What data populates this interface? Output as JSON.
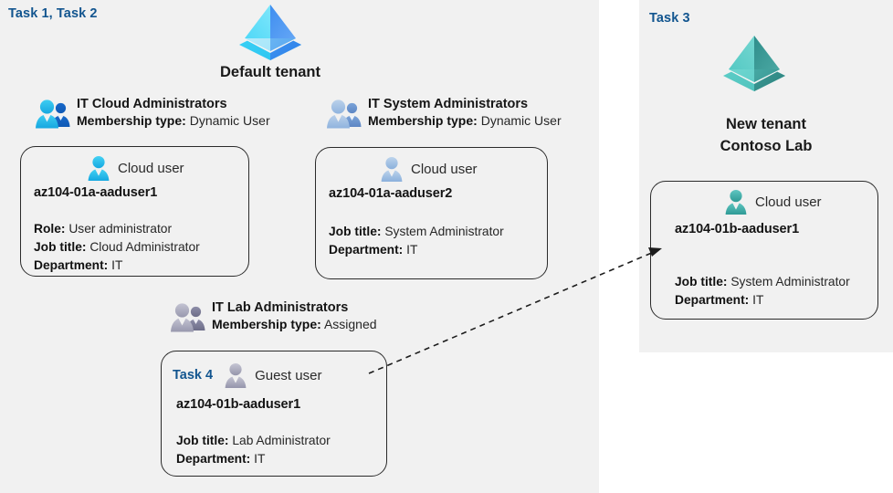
{
  "panels": {
    "left": {
      "task_label": "Task 1, Task 2"
    },
    "right": {
      "task_label": "Task 3"
    }
  },
  "tenants": [
    {
      "id": "default-tenant",
      "icon": "azure-tenant-icon",
      "caption": "Default tenant",
      "color": "#35b6f1"
    },
    {
      "id": "new-tenant",
      "icon": "azure-tenant-icon",
      "caption_line1": "New  tenant",
      "caption_line2": "Contoso Lab",
      "color": "#49b6b0"
    }
  ],
  "groups": [
    {
      "id": "it-cloud-administrators",
      "icon": "group-users-icon",
      "name": "IT Cloud Administrators",
      "membership_label": "Membership type:",
      "membership_value": "Dynamic User",
      "icon_palette": "cyan"
    },
    {
      "id": "it-system-administrators",
      "icon": "group-users-icon",
      "name": "IT System Administrators",
      "membership_label": "Membership type:",
      "membership_value": "Dynamic User",
      "icon_palette": "steel"
    },
    {
      "id": "it-lab-administrators",
      "icon": "group-users-icon",
      "name": "IT Lab Administrators",
      "membership_label": "Membership type:",
      "membership_value": "Assigned",
      "icon_palette": "grey"
    }
  ],
  "cards": [
    {
      "id": "aaduser1-cloud",
      "task": "",
      "user_icon": "cloud-user-icon",
      "user_type": "Cloud user",
      "upn": "az104-01a-aaduser1",
      "props": [
        {
          "label": "Role:",
          "value": "User administrator"
        },
        {
          "label": "Job title:",
          "value": "Cloud Administrator"
        },
        {
          "label": "Department:",
          "value": "IT"
        }
      ]
    },
    {
      "id": "aaduser2-cloud",
      "task": "",
      "user_icon": "cloud-user-icon",
      "user_type": "Cloud user",
      "upn": "az104-01a-aaduser2",
      "props": [
        {
          "label": "Job title:",
          "value": "System Administrator"
        },
        {
          "label": "Department:",
          "value": "IT"
        }
      ]
    },
    {
      "id": "aaduser1b-guest",
      "task": "Task 4",
      "user_icon": "guest-user-icon",
      "user_type": "Guest user",
      "upn": "az104-01b-aaduser1",
      "props": [
        {
          "label": "Job title:",
          "value": "Lab Administrator"
        },
        {
          "label": "Department:",
          "value": "IT"
        }
      ]
    },
    {
      "id": "aaduser1b-cloud",
      "task": "",
      "user_icon": "cloud-user-icon",
      "user_type": "Cloud user",
      "upn": "az104-01b-aaduser1",
      "props": [
        {
          "label": "Job title:",
          "value": "System Administrator"
        },
        {
          "label": "Department:",
          "value": "IT"
        }
      ]
    }
  ],
  "connector": {
    "id": "guest-to-cloud-user-arrow",
    "style": "dashed-arrow",
    "color": "#1c1c1c"
  },
  "colors": {
    "panel_background": "#f1f1f1",
    "page_background": "#ffffff",
    "task_accent": "#12558f",
    "card_border": "#2b2b2b",
    "text": "#1a1a1a"
  }
}
